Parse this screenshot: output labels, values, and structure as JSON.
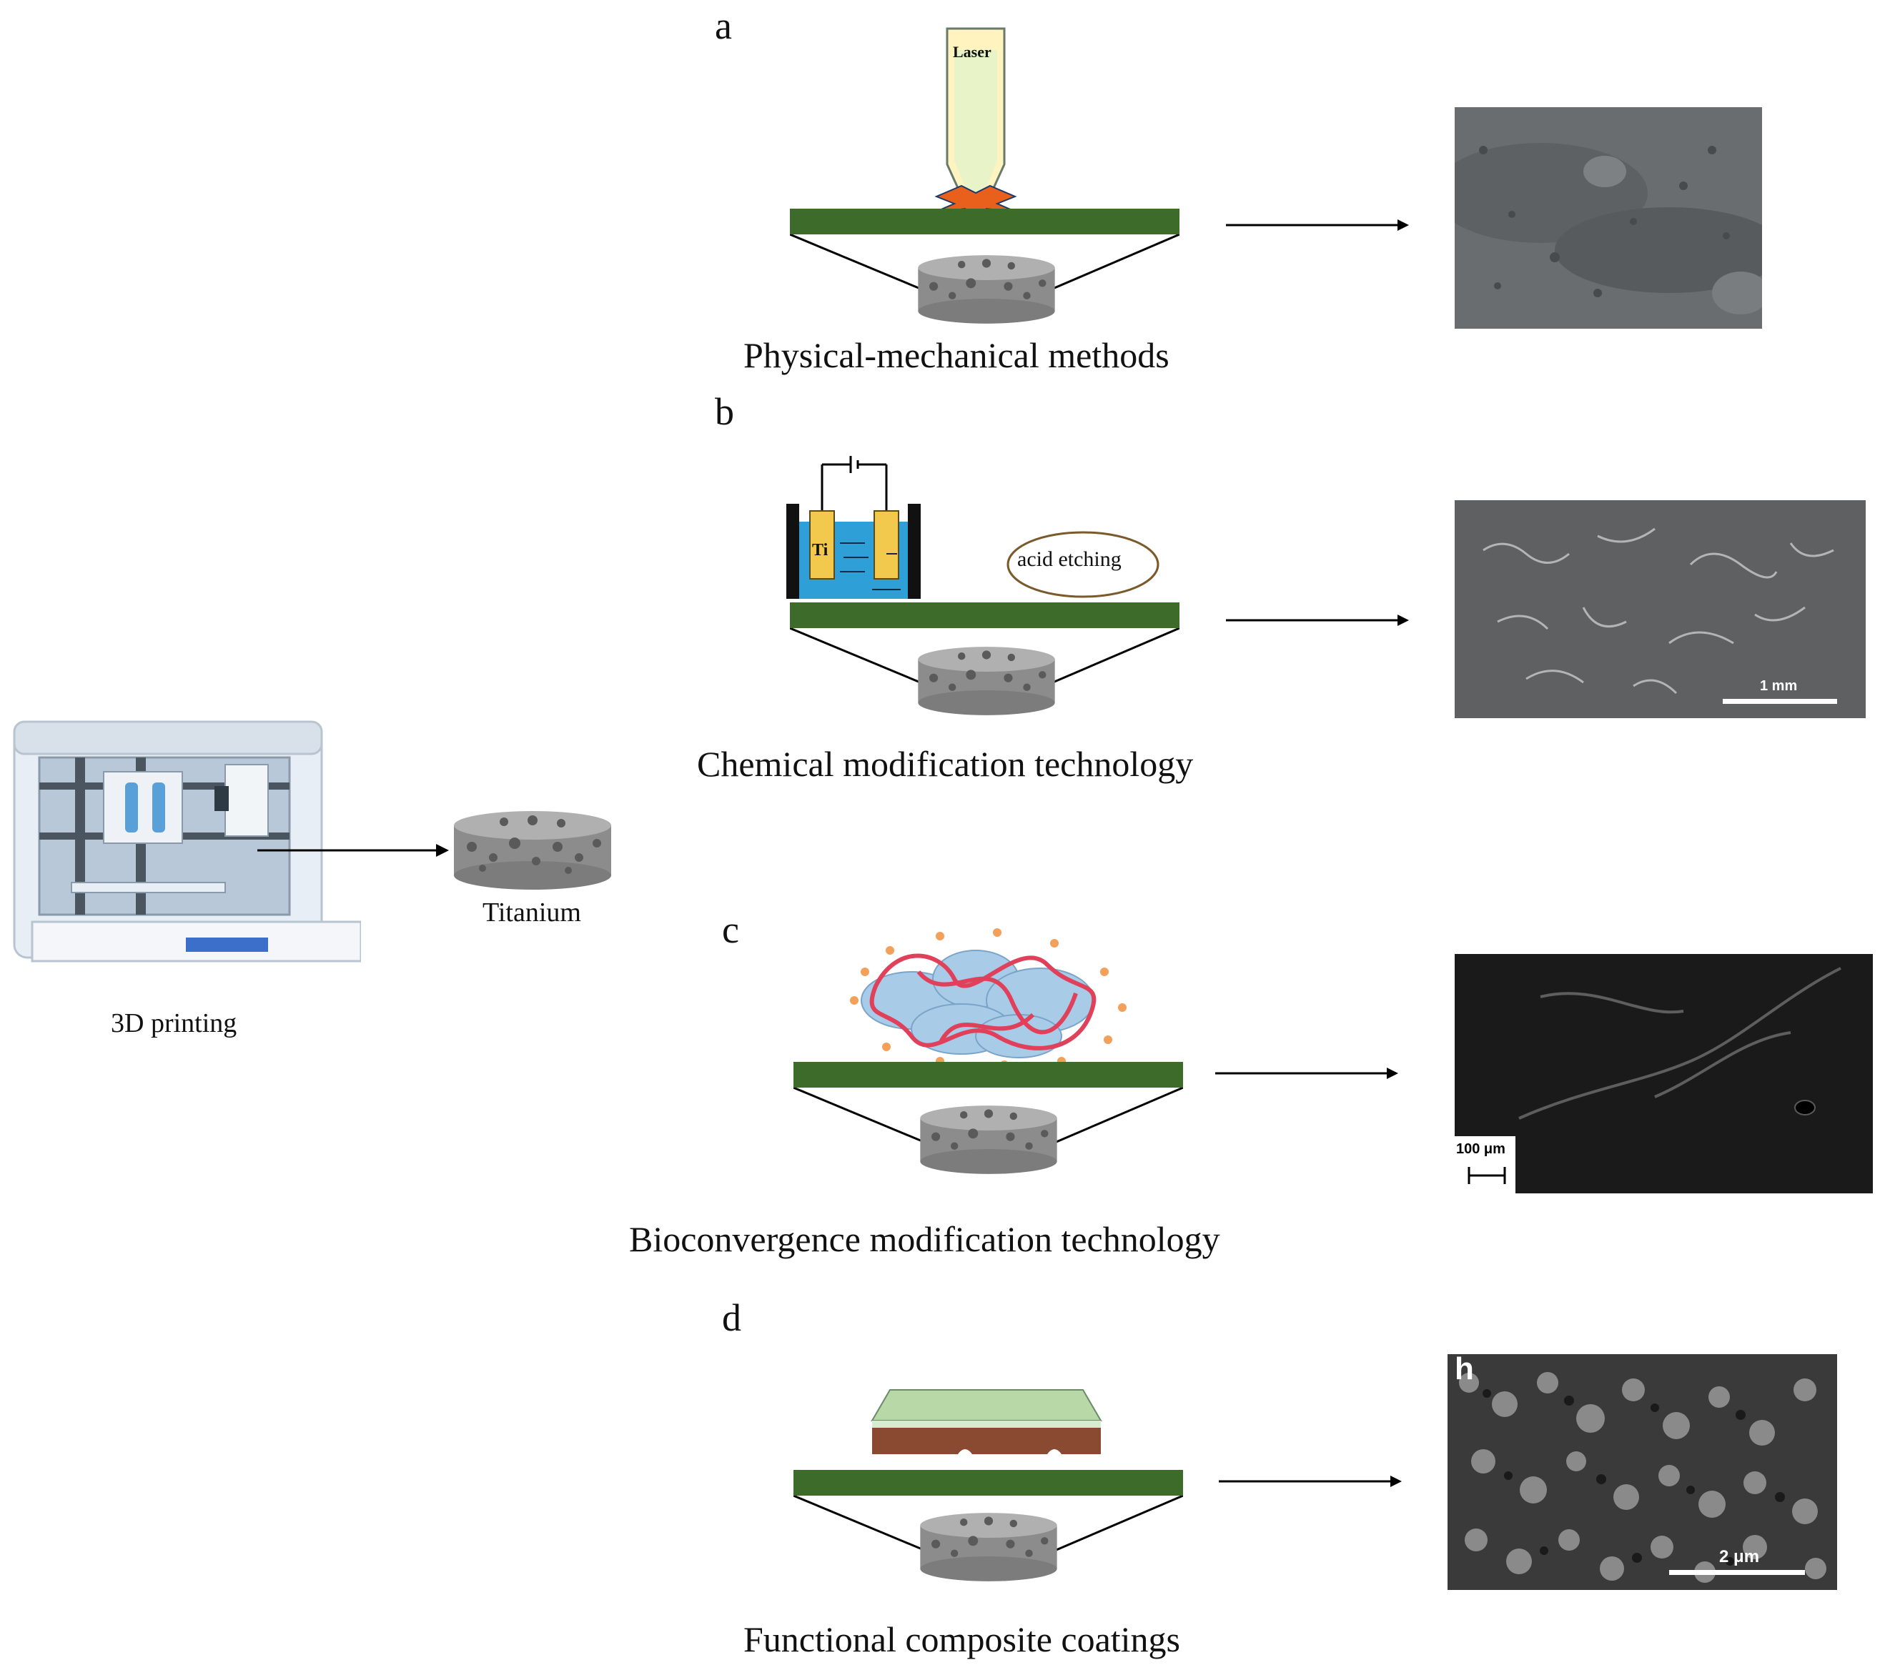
{
  "printer": {
    "caption": "3D printing"
  },
  "titanium": {
    "caption": "Titanium"
  },
  "panels": [
    {
      "letter": "a",
      "caption": "Physical-mechanical methods",
      "laser_label": "Laser"
    },
    {
      "letter": "b",
      "caption": "Chemical modification technology",
      "electrode_label": "Ti",
      "bubble_label": "acid etching",
      "scale_label": "1 mm"
    },
    {
      "letter": "c",
      "caption": "Bioconvergence modification technology",
      "scale_label": "100 μm"
    },
    {
      "letter": "d",
      "caption": "Functional composite coatings",
      "corner_label": "h",
      "scale_label": "2 μm"
    }
  ],
  "colors": {
    "substrate_green": "#3d6b2a",
    "electrolyte_blue": "#2f9fd8",
    "electrode_yellow": "#f2c94c",
    "laser_yellow": "#fff3c0",
    "spark_orange": "#e8601c",
    "polymer_red": "#e0405a",
    "cell_blue": "#a8cbe8",
    "coating_green": "#b9d8a8",
    "coating_brown": "#8a4a32"
  }
}
